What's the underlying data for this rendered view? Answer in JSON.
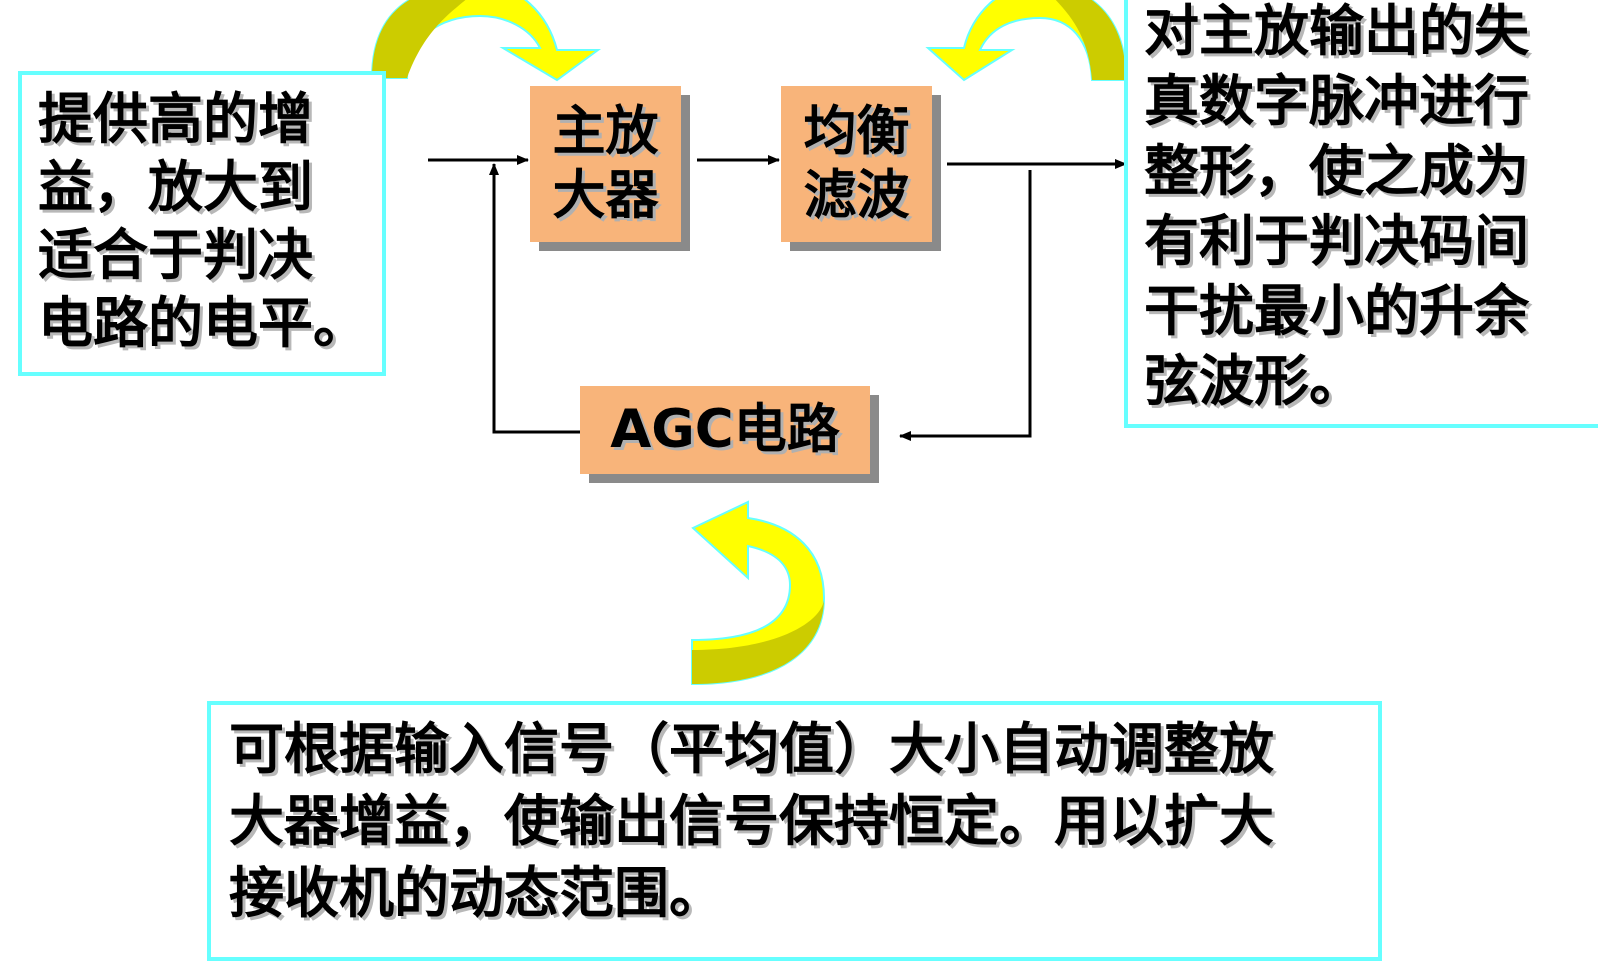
{
  "blocks": {
    "main_amplifier": "主放\n大器",
    "equalizer_filter": "均衡\n滤波",
    "agc_circuit": "AGC电路"
  },
  "annotations": {
    "left": "提供高的增\n益，放大到\n适合于判决\n电路的电平。",
    "right": "对主放输出的失\n真数字脉冲进行\n整形，使之成为\n有利于判决码间\n干扰最小的升余\n弦波形。",
    "bottom": "可根据输入信号（平均值）大小自动调整放\n大器增益，使输出信号保持恒定。用以扩大\n接收机的动态范围。"
  },
  "colors": {
    "block_fill": "#f8b47a",
    "block_shadow": "#8a8a8a",
    "note_border": "#66ffff",
    "curved_arrow_light": "#ffff00",
    "curved_arrow_dark": "#cccc00",
    "line": "#000000"
  }
}
